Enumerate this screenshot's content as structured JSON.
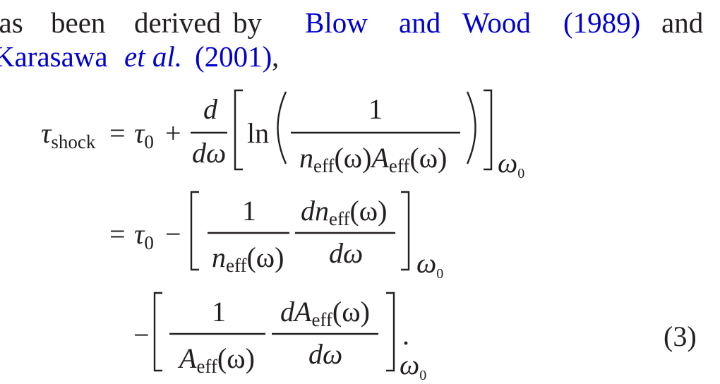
{
  "text": {
    "line1": {
      "w1": "has",
      "w2": "been",
      "w3": "derived",
      "w4": "by",
      "ref1_a": "Blow",
      "ref1_b": "and",
      "ref1_c": "Wood",
      "ref1_year": "(1989)",
      "w5": "and"
    },
    "line2": {
      "ref2_name": "Karasawa",
      "ref2_etal": "et al.",
      "ref2_year": "(2001)",
      "comma": ","
    }
  },
  "equation": {
    "number": "(3)",
    "tau": "τ",
    "shock": "shock",
    "zero": "0",
    "eq": "=",
    "plus": "+",
    "minus": "−",
    "d": "d",
    "domega": "dω",
    "ln": "ln",
    "one": "1",
    "n": "n",
    "A": "A",
    "eff": "eff",
    "omega_paren": "(ω)",
    "dn": "dn",
    "dA": "dA",
    "omega": "ω",
    "period": "."
  },
  "colors": {
    "link": "#0000d0",
    "text": "#231f20"
  }
}
